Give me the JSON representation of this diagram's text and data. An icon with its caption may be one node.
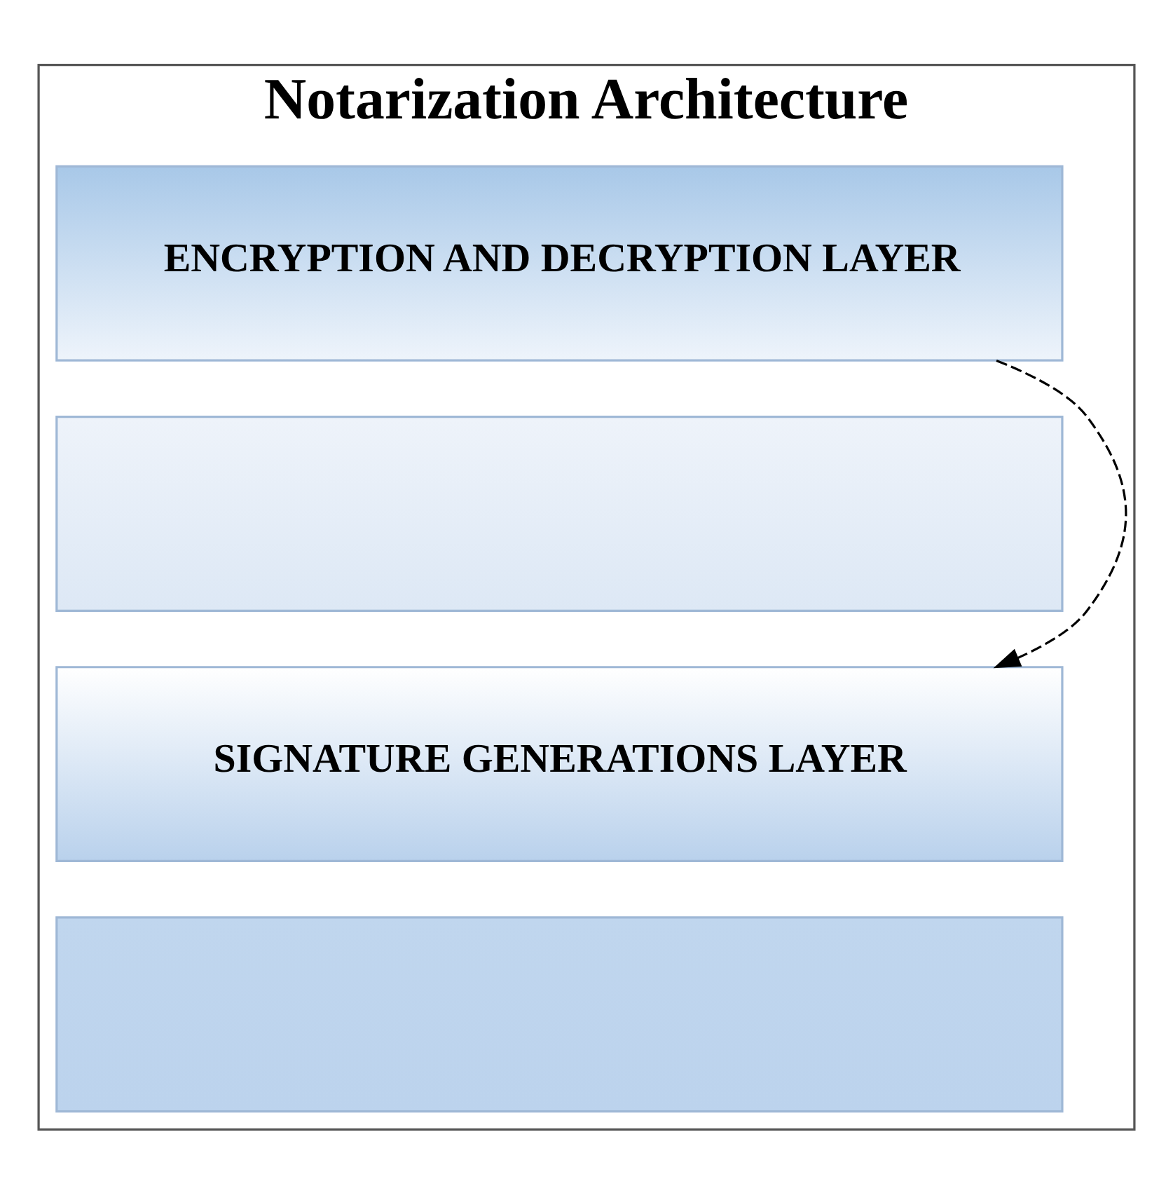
{
  "diagram": {
    "nodes": [
      {
        "text": [
          "Notarization Architecture"
        ]
      },
      {
        "text": [
          "ENCRYPTION AND DECRYPTION LAYER"
        ],
        "in": 0
      },
      {
        "text": [],
        "shape": "box",
        "in": 0
      },
      {
        "text": [
          "SIGNATURE GENERATIONS LAYER"
        ],
        "in": 0
      },
      {
        "text": [],
        "shape": "box",
        "in": 0
      }
    ],
    "edges": [
      {
        "from": 1,
        "to": 3,
        "arrow": "to",
        "style": "dashed"
      }
    ]
  }
}
